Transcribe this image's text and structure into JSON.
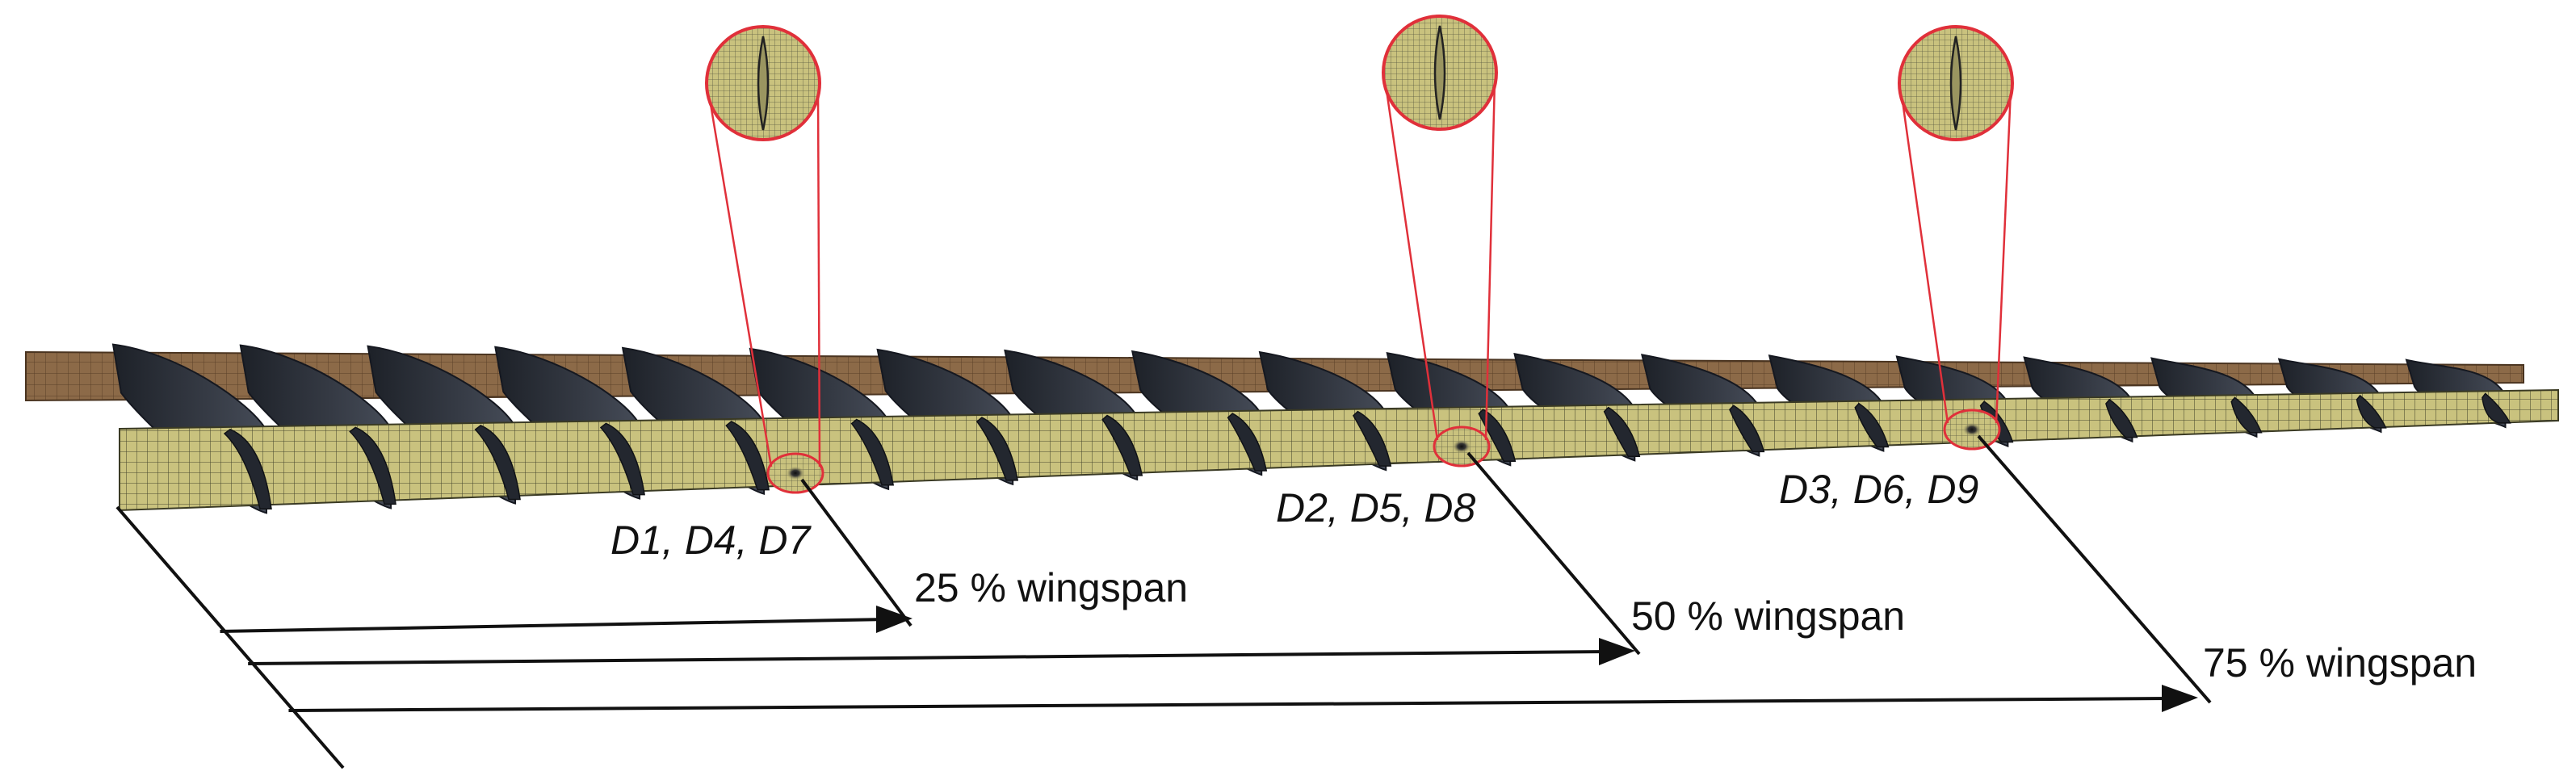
{
  "colors": {
    "rear_spar": "#8c6a48",
    "front_spar": "#c9c27e",
    "mesh_line": "#3a3a2a",
    "rib": "#2b3038",
    "callout": "#e0303a",
    "dimension": "#111111"
  },
  "damage_sites": [
    {
      "label": "D1, D4, D7",
      "span_label": "25 % wingspan"
    },
    {
      "label": "D2, D5, D8",
      "span_label": "50 % wingspan"
    },
    {
      "label": "D3, D6, D9",
      "span_label": "75 % wingspan"
    }
  ],
  "rib_count": 19
}
